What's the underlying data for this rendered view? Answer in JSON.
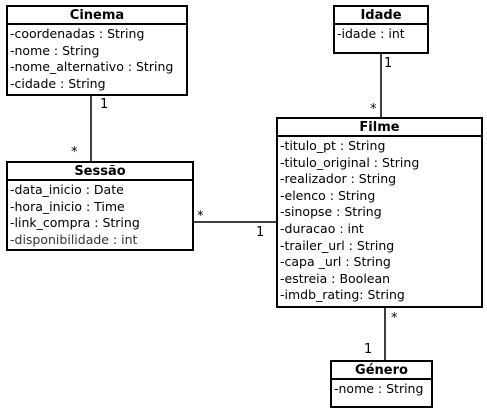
{
  "classes": {
    "cinema": {
      "name": "Cinema",
      "attributes": [
        "-coordenadas : String",
        "-nome : String",
        "-nome_alternativo : String",
        "-cidade : String"
      ]
    },
    "idade": {
      "name": "Idade",
      "attributes": [
        "-idade : int"
      ]
    },
    "sessao": {
      "name": "Sessão",
      "attributes": [
        "-data_inicio : Date",
        "-hora_inicio : Time",
        "-link_compra : String",
        "-disponibilidade : int"
      ]
    },
    "filme": {
      "name": "Filme",
      "attributes": [
        "-titulo_pt : String",
        "-titulo_original : String",
        "-realizador : String",
        "-elenco : String",
        "-sinopse : String",
        "-duracao : int",
        "-trailer_url : String",
        "-capa _url : String",
        "-estreia : Boolean",
        "-imdb_rating: String"
      ]
    },
    "genero": {
      "name": "Género",
      "attributes": [
        "-nome : String"
      ]
    }
  },
  "multiplicities": {
    "cinema_sessao_cinema_end": "1",
    "cinema_sessao_sessao_end": "*",
    "idade_filme_idade_end": "1",
    "idade_filme_filme_end": "*",
    "sessao_filme_sessao_end": "*",
    "sessao_filme_filme_end": "1",
    "filme_genero_filme_end": "*",
    "filme_genero_genero_end": "1"
  }
}
